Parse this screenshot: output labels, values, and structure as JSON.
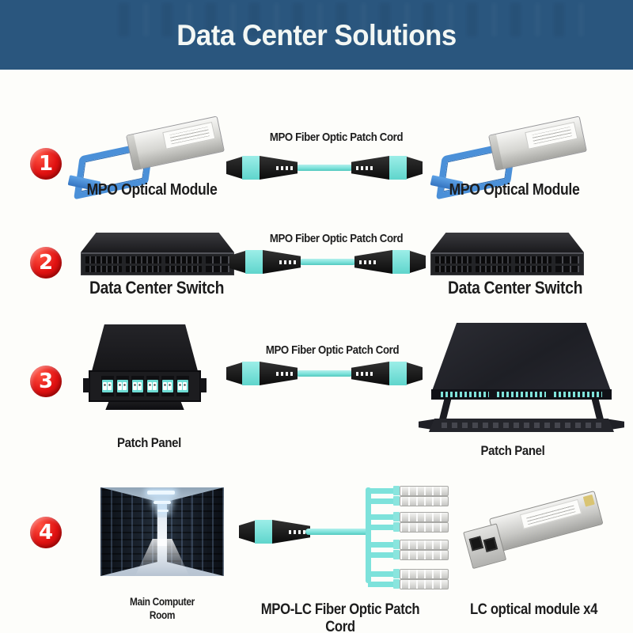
{
  "header": {
    "title": "Data Center Solutions",
    "bg_color": "#2a567e",
    "text_color": "#f3f7f4"
  },
  "colors": {
    "badge_red": "#e01111",
    "fiber_aqua": "#7de2db",
    "connector_black": "#151515",
    "label_text": "#1d1d1d",
    "page_bg": "#fdfdfa"
  },
  "rows": [
    {
      "number": "1",
      "left": {
        "label": "MPO Optical Module",
        "graphic": "qsfp-transceiver-with-blue-bail"
      },
      "middle": {
        "label": "MPO Fiber Optic Patch Cord",
        "graphic": "mpo-trunk-patch-cord"
      },
      "right": {
        "label": "MPO Optical Module",
        "graphic": "qsfp-transceiver-with-blue-bail"
      }
    },
    {
      "number": "2",
      "left": {
        "label": "Data Center Switch",
        "graphic": "1u-rack-switch"
      },
      "middle": {
        "label": "MPO Fiber Optic Patch Cord",
        "graphic": "mpo-trunk-patch-cord"
      },
      "right": {
        "label": "Data Center Switch",
        "graphic": "1u-rack-switch"
      }
    },
    {
      "number": "3",
      "left": {
        "label": "Patch Panel",
        "graphic": "mpo-lc-cassette-module"
      },
      "middle": {
        "label": "MPO Fiber Optic Patch Cord",
        "graphic": "mpo-trunk-patch-cord"
      },
      "right": {
        "label": "Patch Panel",
        "graphic": "rack-mount-drawer-patch-panel"
      }
    },
    {
      "number": "4",
      "left": {
        "label_line1": "Main Computer",
        "label_line2": "Room",
        "graphic": "server-room-photo"
      },
      "middle": {
        "label": "MPO-LC Fiber Optic Patch Cord",
        "graphic": "mpo-to-4x-duplex-lc-breakout-cord"
      },
      "right": {
        "label": "LC optical module x4",
        "graphic": "lc-sfp-transceiver"
      }
    }
  ]
}
